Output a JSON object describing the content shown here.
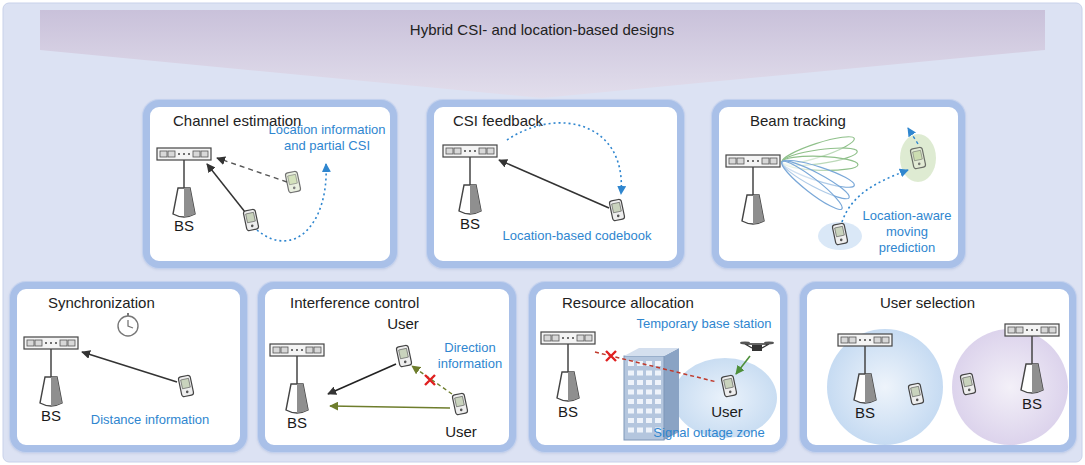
{
  "diagram": {
    "title": "Hybrid CSI- and location-based designs",
    "nodes": [
      {
        "text": [
          "Channel estimation"
        ]
      },
      {
        "text": [
          "CSI feedback"
        ]
      },
      {
        "text": [
          "Beam tracking"
        ]
      },
      {
        "text": [
          "Synchronization"
        ]
      },
      {
        "text": [
          "Interference control"
        ]
      },
      {
        "text": [
          "Resource allocation"
        ]
      },
      {
        "text": [
          "User selection"
        ]
      }
    ],
    "labels": [
      "BS",
      "Location information and partial CSI",
      "BS",
      "Location-based codebook",
      "Location-aware moving prediction",
      "BS",
      "Distance information",
      "User",
      "BS",
      "Direction information",
      "User",
      "Temporary base station",
      "User",
      "BS",
      "Signal outage zone",
      "BS",
      "BS"
    ]
  }
}
